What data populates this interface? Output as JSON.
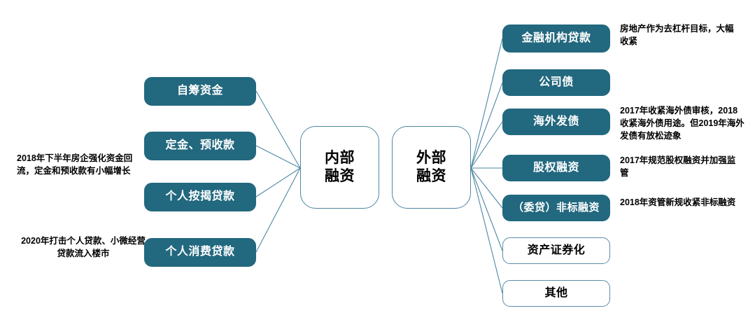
{
  "diagram": {
    "title_hidden": "",
    "colors": {
      "node_fill": "#22687f",
      "node_outline_border": "#5d8ca9",
      "hub_border": "#4e87a3",
      "edge": "#4e87a3",
      "note_text": "#000000",
      "background": "#ffffff"
    },
    "hubs": [
      {
        "id": "internal",
        "line1": "内部",
        "line2": "融资"
      },
      {
        "id": "external",
        "line1": "外部",
        "line2": "融资"
      }
    ],
    "internal_sources": [
      {
        "id": "self-raised-funds",
        "label": "自筹资金"
      },
      {
        "id": "deposit-prepayment",
        "label": "定金、预收款"
      },
      {
        "id": "personal-mortgage-loan",
        "label": "个人按揭贷款"
      },
      {
        "id": "personal-consumer-loan",
        "label": "个人消费贷款"
      }
    ],
    "external_sources": [
      {
        "id": "financial-institution-loan",
        "label": "金融机构贷款",
        "style": "filled"
      },
      {
        "id": "corporate-bond",
        "label": "公司债",
        "style": "filled"
      },
      {
        "id": "overseas-bond",
        "label": "海外发债",
        "style": "filled"
      },
      {
        "id": "equity-financing",
        "label": "股权融资",
        "style": "filled"
      },
      {
        "id": "entrusted-loan-nonstandard-financing",
        "label": "（委贷）非标融资",
        "style": "filled"
      },
      {
        "id": "asset-securitization",
        "label": "资产证券化",
        "style": "outline"
      },
      {
        "id": "other",
        "label": "其他",
        "style": "outline"
      }
    ],
    "left_notes": [
      {
        "id": "note-deposit-prepayment",
        "text": "2018年下半年房企强化资金回流，定金和预收款有小幅增长"
      },
      {
        "id": "note-personal-loan-crackdown",
        "text": "2020年打击个人贷款、小微经营贷款流入楼市"
      }
    ],
    "right_notes": [
      {
        "id": "note-financial-institution-loan",
        "text": "房地产作为去杠杆目标，大幅收紧"
      },
      {
        "id": "note-overseas-bond",
        "text": "2017年收紧海外债审核，2018收紧海外债用途。但2019年海外发债有放松迹象"
      },
      {
        "id": "note-equity-financing",
        "text": "2017年规范股权融资并加强监管"
      },
      {
        "id": "note-nonstandard-financing",
        "text": "2018年资管新规收紧非标融资"
      }
    ]
  }
}
